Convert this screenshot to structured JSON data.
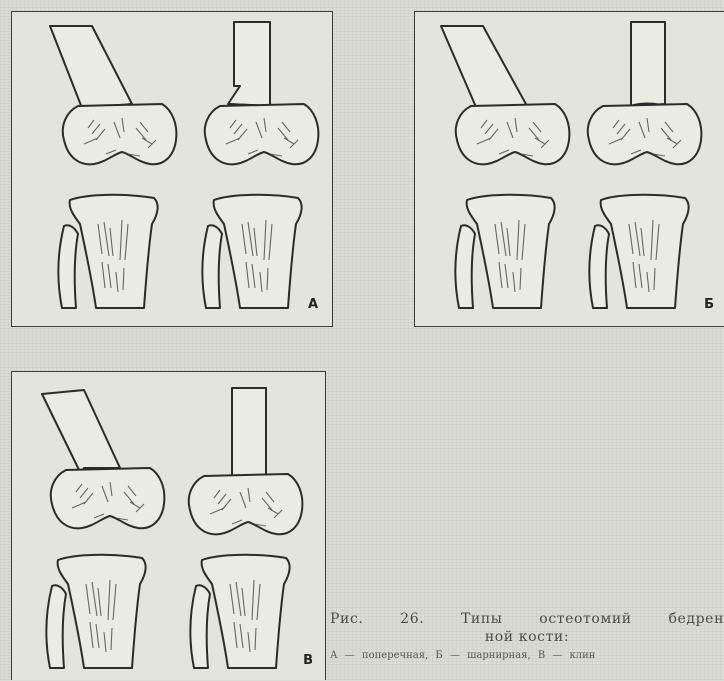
{
  "panels": {
    "a": {
      "letter": "А"
    },
    "b": {
      "letter": "Б"
    },
    "v": {
      "letter": "В"
    }
  },
  "caption": {
    "title_line1": "Рис.  26.  Типы  остеотомий  бедрен",
    "title_line2": "ной кости:",
    "legend": "А — поперечная,    Б — шарнирная,    В — клин"
  }
}
